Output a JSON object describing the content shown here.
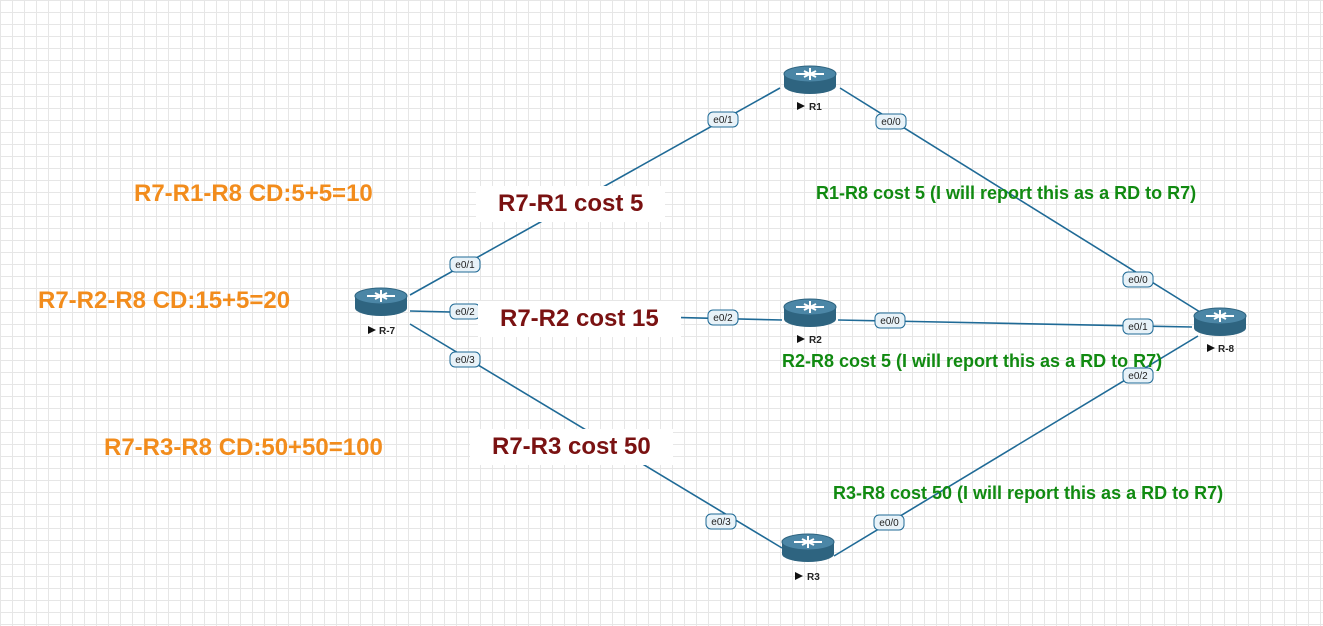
{
  "colors": {
    "link": "#1f6a96",
    "router_body": "#2e6480",
    "router_top": "#4b86a6",
    "iface_fill": "#e8f2f8",
    "cd_text": "#f28c1c",
    "cost_text": "#7a1212",
    "rd_text": "#118a11"
  },
  "routers": {
    "r1": {
      "name": "R1",
      "icon": "router-icon"
    },
    "r2": {
      "name": "R2",
      "icon": "router-icon"
    },
    "r3": {
      "name": "R3",
      "icon": "router-icon"
    },
    "r7": {
      "name": "R-7",
      "icon": "router-icon"
    },
    "r8": {
      "name": "R-8",
      "icon": "router-icon"
    }
  },
  "interfaces": {
    "r7_r1": "e0/1",
    "r1_r7": "e0/1",
    "r1_r8": "e0/0",
    "r8_r1": "e0/0",
    "r7_r2": "e0/2",
    "r2_r7": "e0/2",
    "r2_r8": "e0/0",
    "r8_r2": "e0/1",
    "r7_r3": "e0/3",
    "r3_r7": "e0/3",
    "r3_r8": "e0/0",
    "r8_r3": "e0/2"
  },
  "annotations": {
    "cd_r1": "R7-R1-R8 CD:5+5=10",
    "cd_r2": "R7-R2-R8 CD:15+5=20",
    "cd_r3": "R7-R3-R8 CD:50+50=100",
    "cost_r1": "R7-R1 cost 5",
    "cost_r2": "R7-R2 cost  15",
    "cost_r3": "R7-R3 cost  50",
    "rd_r1": "R1-R8 cost 5 (I will report this as a RD to R7)",
    "rd_r2": "R2-R8 cost 5 (I will report this as a RD to R7)",
    "rd_r3": "R3-R8 cost 50 (I will report this as a RD to R7)"
  }
}
